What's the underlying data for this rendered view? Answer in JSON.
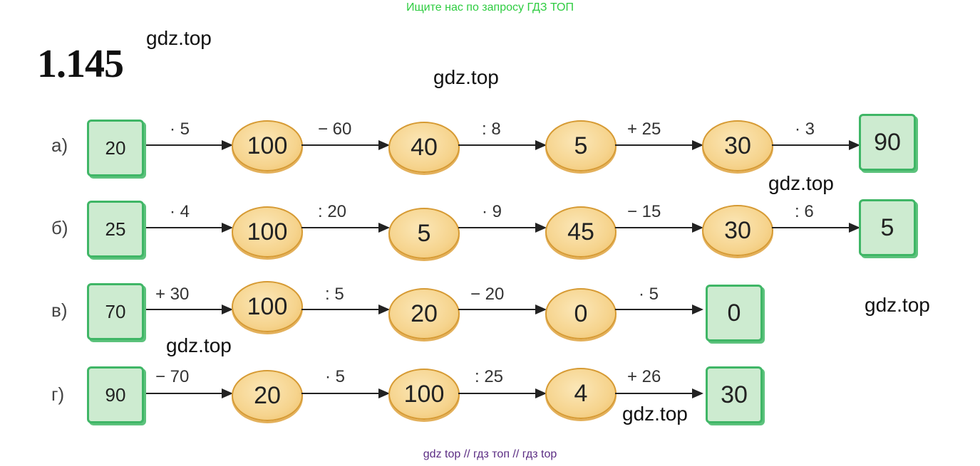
{
  "banner": "Ищите нас по запросу ГДЗ ТОП",
  "task_number": "1.145",
  "watermark": "gdz.top",
  "footer": "gdz top  //  гдз топ  //  гдз top",
  "rows": {
    "a": {
      "label": "а)",
      "start": "20",
      "ops": [
        "· 5",
        "− 60",
        ": 8",
        "+ 25",
        "· 3"
      ],
      "ovals": [
        "100",
        "40",
        "5",
        "30"
      ],
      "end": "90"
    },
    "b": {
      "label": "б)",
      "start": "25",
      "ops": [
        "· 4",
        ": 20",
        "· 9",
        "− 15",
        ": 6"
      ],
      "ovals": [
        "100",
        "5",
        "45",
        "30"
      ],
      "end": "5"
    },
    "v": {
      "label": "в)",
      "start": "70",
      "ops": [
        "+ 30",
        ": 5",
        "− 20",
        "· 5"
      ],
      "ovals": [
        "100",
        "20",
        "0"
      ],
      "end": "0"
    },
    "g": {
      "label": "г)",
      "start": "90",
      "ops": [
        "− 70",
        "· 5",
        ": 25",
        "+ 26"
      ],
      "ovals": [
        "20",
        "100",
        "4"
      ],
      "end": "30"
    }
  }
}
